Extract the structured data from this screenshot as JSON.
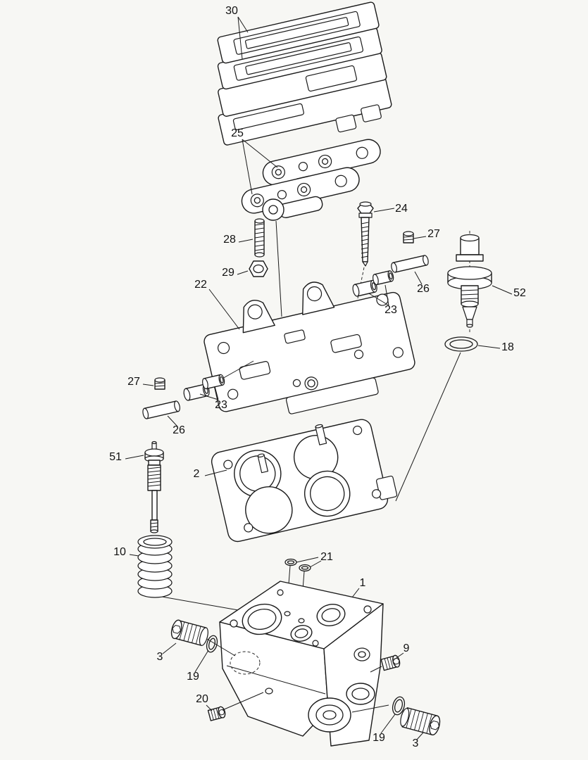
{
  "diagram": {
    "kind": "exploded-parts-diagram",
    "background_color": "#f7f7f4",
    "line_color": "#1a1a1a",
    "callouts": [
      {
        "id": "30",
        "label": "30"
      },
      {
        "id": "25",
        "label": "25"
      },
      {
        "id": "24",
        "label": "24"
      },
      {
        "id": "27-upper-right",
        "label": "27"
      },
      {
        "id": "28",
        "label": "28"
      },
      {
        "id": "29",
        "label": "29"
      },
      {
        "id": "26-right",
        "label": "26"
      },
      {
        "id": "22",
        "label": "22"
      },
      {
        "id": "23-right",
        "label": "23"
      },
      {
        "id": "52",
        "label": "52"
      },
      {
        "id": "18",
        "label": "18"
      },
      {
        "id": "27-left",
        "label": "27"
      },
      {
        "id": "23-left",
        "label": "23"
      },
      {
        "id": "26-left",
        "label": "26"
      },
      {
        "id": "51",
        "label": "51"
      },
      {
        "id": "2",
        "label": "2"
      },
      {
        "id": "10",
        "label": "10"
      },
      {
        "id": "21",
        "label": "21"
      },
      {
        "id": "1",
        "label": "1"
      },
      {
        "id": "3-left",
        "label": "3"
      },
      {
        "id": "9",
        "label": "9"
      },
      {
        "id": "19-left",
        "label": "19"
      },
      {
        "id": "20",
        "label": "20"
      },
      {
        "id": "19-right",
        "label": "19"
      },
      {
        "id": "3-right",
        "label": "3"
      }
    ]
  }
}
